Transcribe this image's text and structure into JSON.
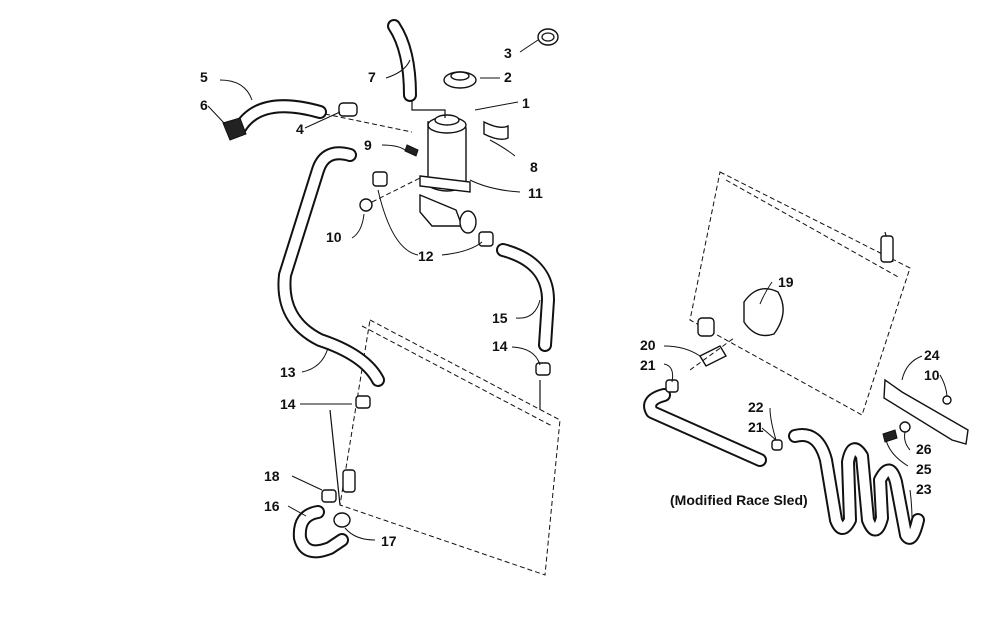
{
  "callouts": {
    "c1": "1",
    "c2": "2",
    "c3": "3",
    "c4": "4",
    "c5": "5",
    "c6": "6",
    "c7": "7",
    "c8": "8",
    "c9": "9",
    "c10a": "10",
    "c11": "11",
    "c12": "12",
    "c13": "13",
    "c14a": "14",
    "c15": "15",
    "c14b": "14",
    "c18": "18",
    "c16": "16",
    "c17": "17",
    "c19": "19",
    "c20": "20",
    "c21a": "21",
    "c22": "22",
    "c21b": "21",
    "c24": "24",
    "c10b": "10",
    "c26": "26",
    "c25": "25",
    "c23": "23"
  },
  "note": "(Modified Race Sled)"
}
